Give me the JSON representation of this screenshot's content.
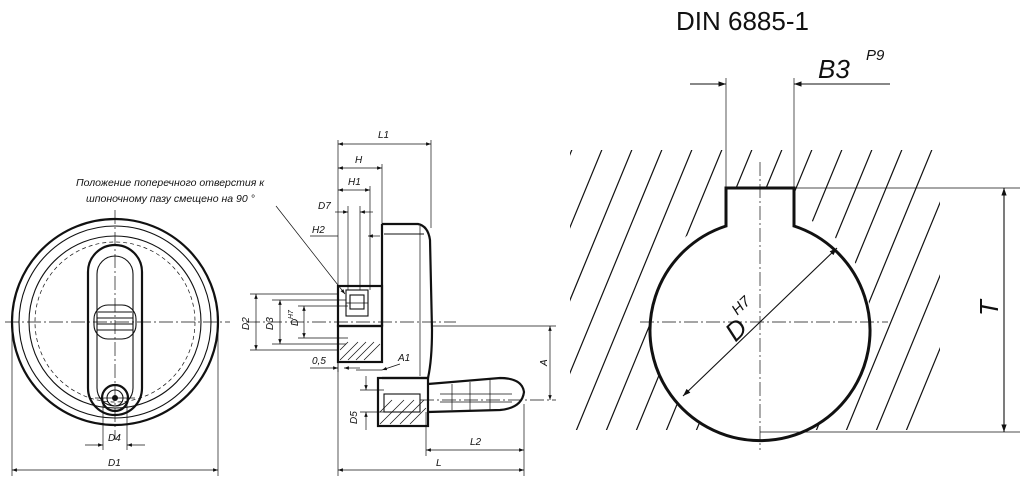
{
  "title": "DIN 6885-1",
  "note": {
    "line1": "Положение поперечного отверстия к",
    "line2": "шпоночному пазу смещено на  90 °"
  },
  "labels": {
    "L1": "L1",
    "H": "H",
    "H1": "H1",
    "D7": "D7",
    "H2": "H2",
    "D2": "D2",
    "D3": "D3",
    "D": "D",
    "D_sup": "H7",
    "d05": "0,5",
    "A1": "A1",
    "A": "A",
    "D5": "D5",
    "L2": "L2",
    "L": "L",
    "D4": "D4",
    "D1": "D1"
  },
  "keyway": {
    "B3": "B3",
    "B3_sup": "P9",
    "D": "D",
    "D_sup": "H7",
    "T": "T"
  }
}
